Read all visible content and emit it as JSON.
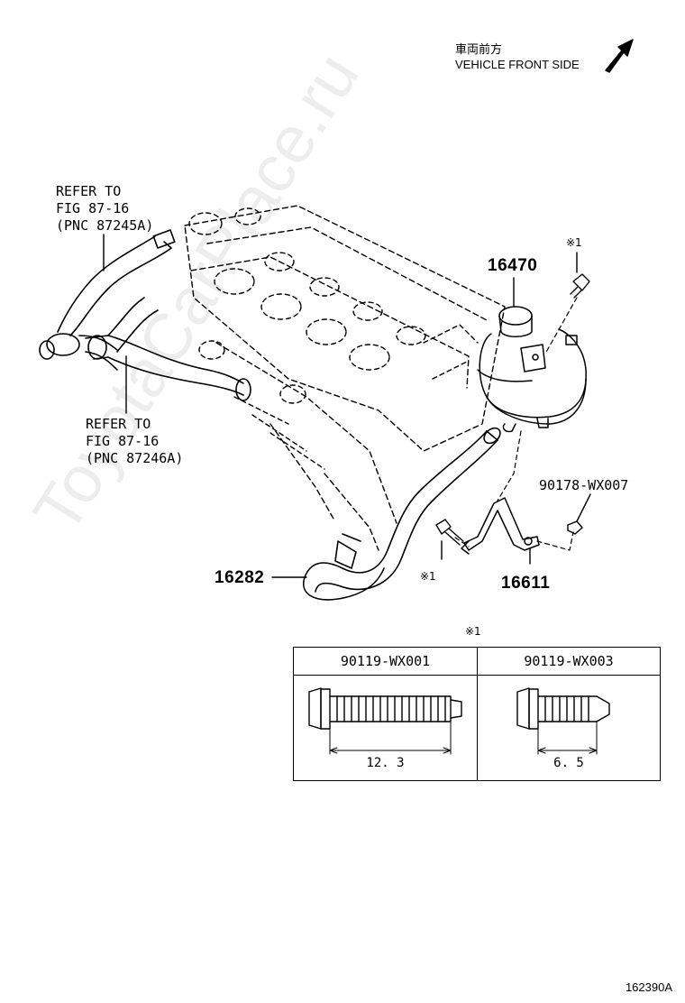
{
  "direction": {
    "jp": "車両前方",
    "en": "VEHICLE FRONT SIDE"
  },
  "references": [
    {
      "line1": "REFER TO",
      "line2": "FIG 87-16",
      "line3": "(PNC 87245A)"
    },
    {
      "line1": "REFER TO",
      "line2": "FIG 87-16",
      "line3": "(PNC 87246A)"
    }
  ],
  "parts": {
    "reservoir": "16470",
    "hose": "16282",
    "bracket": "16611",
    "nut": "90178-WX007"
  },
  "marks": {
    "m1": "※1",
    "m2": "※1",
    "m3": "※1"
  },
  "bolt_table": {
    "columns": [
      {
        "part": "90119-WX001",
        "dimension": "12. 3"
      },
      {
        "part": "90119-WX003",
        "dimension": "6. 5"
      }
    ]
  },
  "figure_id": "162390A",
  "watermark": "ToyotaCarPlace.ru"
}
